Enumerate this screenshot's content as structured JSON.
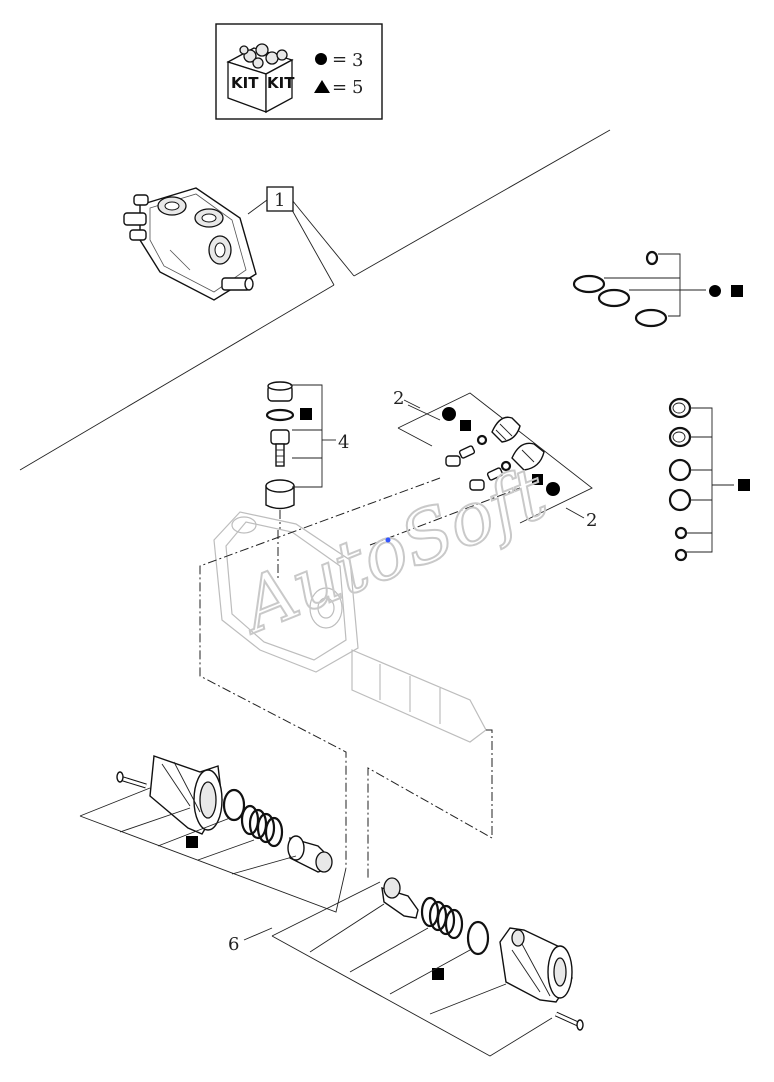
{
  "kit_legend": {
    "kit_left": "KIT",
    "kit_right": "KIT",
    "circle_eq": "=",
    "circle_count": "3",
    "triangle_eq": "=",
    "triangle_count": "5"
  },
  "callouts": {
    "item_1": "1",
    "item_2_top": "2",
    "item_2_right": "2",
    "item_4": "4",
    "item_6": "6"
  },
  "watermark": "AutoSoft",
  "colors": {
    "line": "#111111",
    "watermark": "#d0d0d0",
    "background": "#ffffff"
  }
}
